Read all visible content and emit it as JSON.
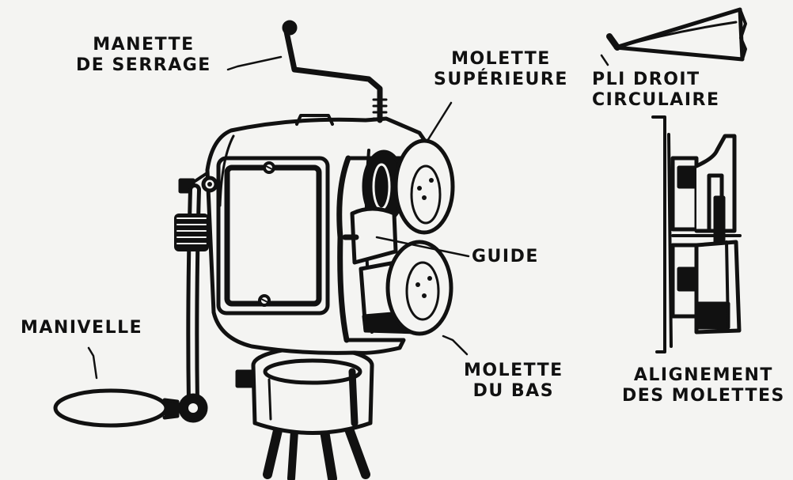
{
  "labels": {
    "manette": [
      "MANETTE",
      "DE SERRAGE"
    ],
    "molette_sup": [
      "MOLETTE",
      "SUPÉRIEURE"
    ],
    "pli": [
      "PLI DROIT",
      "CIRCULAIRE"
    ],
    "guide": "GUIDE",
    "manivelle": "MANIVELLE",
    "molette_bas": [
      "MOLETTE",
      "DU BAS"
    ],
    "alignement": [
      "ALIGNEMENT",
      "DES MOLETTES"
    ]
  }
}
